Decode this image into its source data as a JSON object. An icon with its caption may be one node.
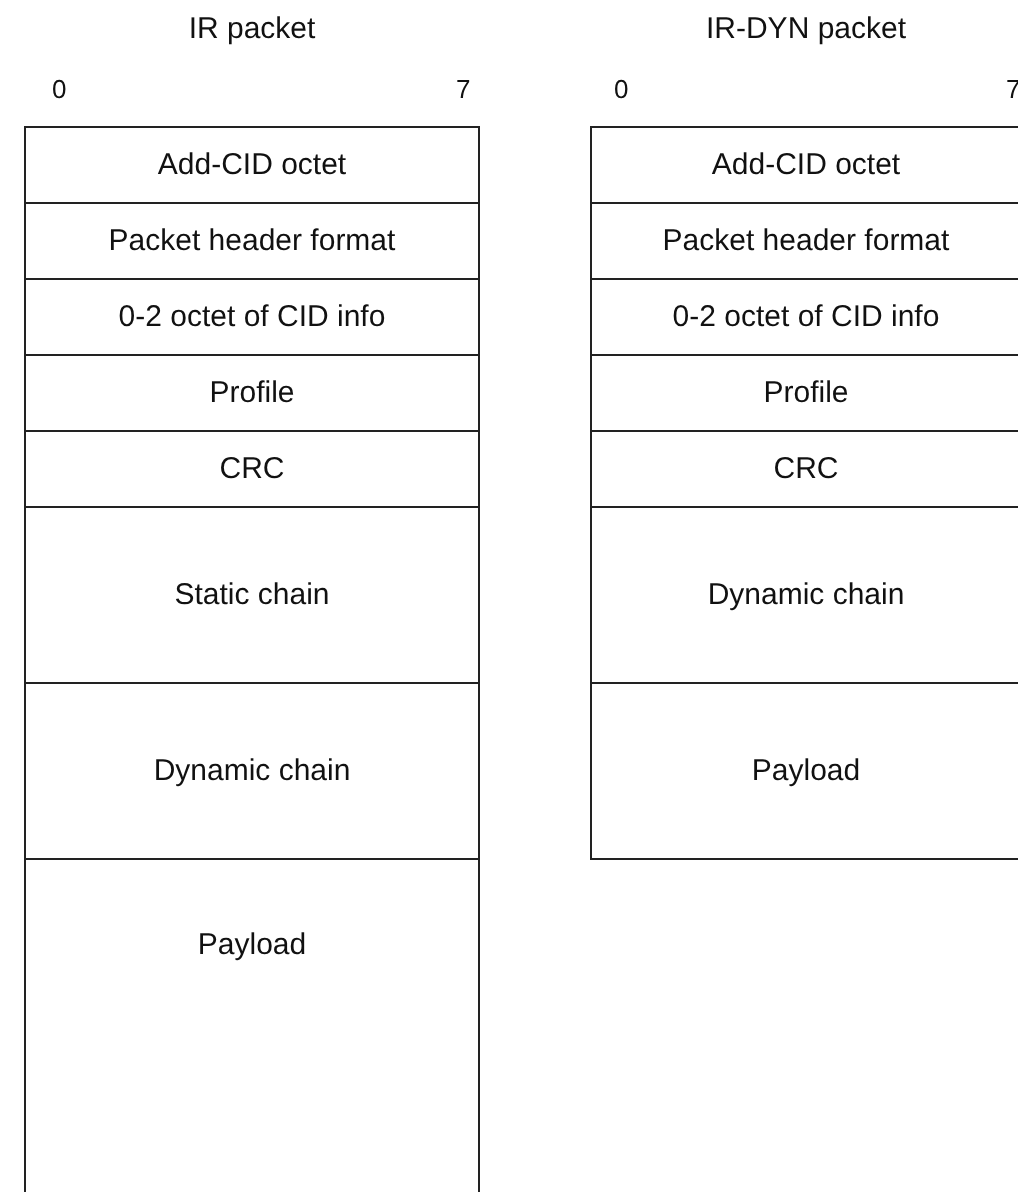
{
  "diagram": {
    "nodes": [
      {
        "text": [
          "IR packet"
        ]
      },
      {
        "text": [
          "Add-CID octet"
        ],
        "in": 0
      },
      {
        "text": [
          "Packet header format"
        ],
        "in": 0
      },
      {
        "text": [
          "0-2 octet of CID info"
        ],
        "in": 0
      },
      {
        "text": [
          "Profile"
        ],
        "in": 0
      },
      {
        "text": [
          "CRC"
        ],
        "in": 0
      },
      {
        "text": [
          "Static chain"
        ],
        "in": 0
      },
      {
        "text": [
          "Dynamic chain"
        ],
        "in": 0
      },
      {
        "text": [
          "Payload"
        ],
        "in": 0
      },
      {
        "text": [
          "IR-DYN packet"
        ]
      },
      {
        "text": [
          "Add-CID octet"
        ],
        "in": 9
      },
      {
        "text": [
          "Packet header format"
        ],
        "in": 9
      },
      {
        "text": [
          "0-2 octet of CID info"
        ],
        "in": 9
      },
      {
        "text": [
          "Profile"
        ],
        "in": 9
      },
      {
        "text": [
          "CRC"
        ],
        "in": 9
      },
      {
        "text": [
          "Dynamic chain"
        ],
        "in": 9
      },
      {
        "text": [
          "Payload"
        ],
        "in": 9
      }
    ],
    "edges": [],
    "labels": [
      "0",
      "7",
      "0",
      "7"
    ]
  }
}
